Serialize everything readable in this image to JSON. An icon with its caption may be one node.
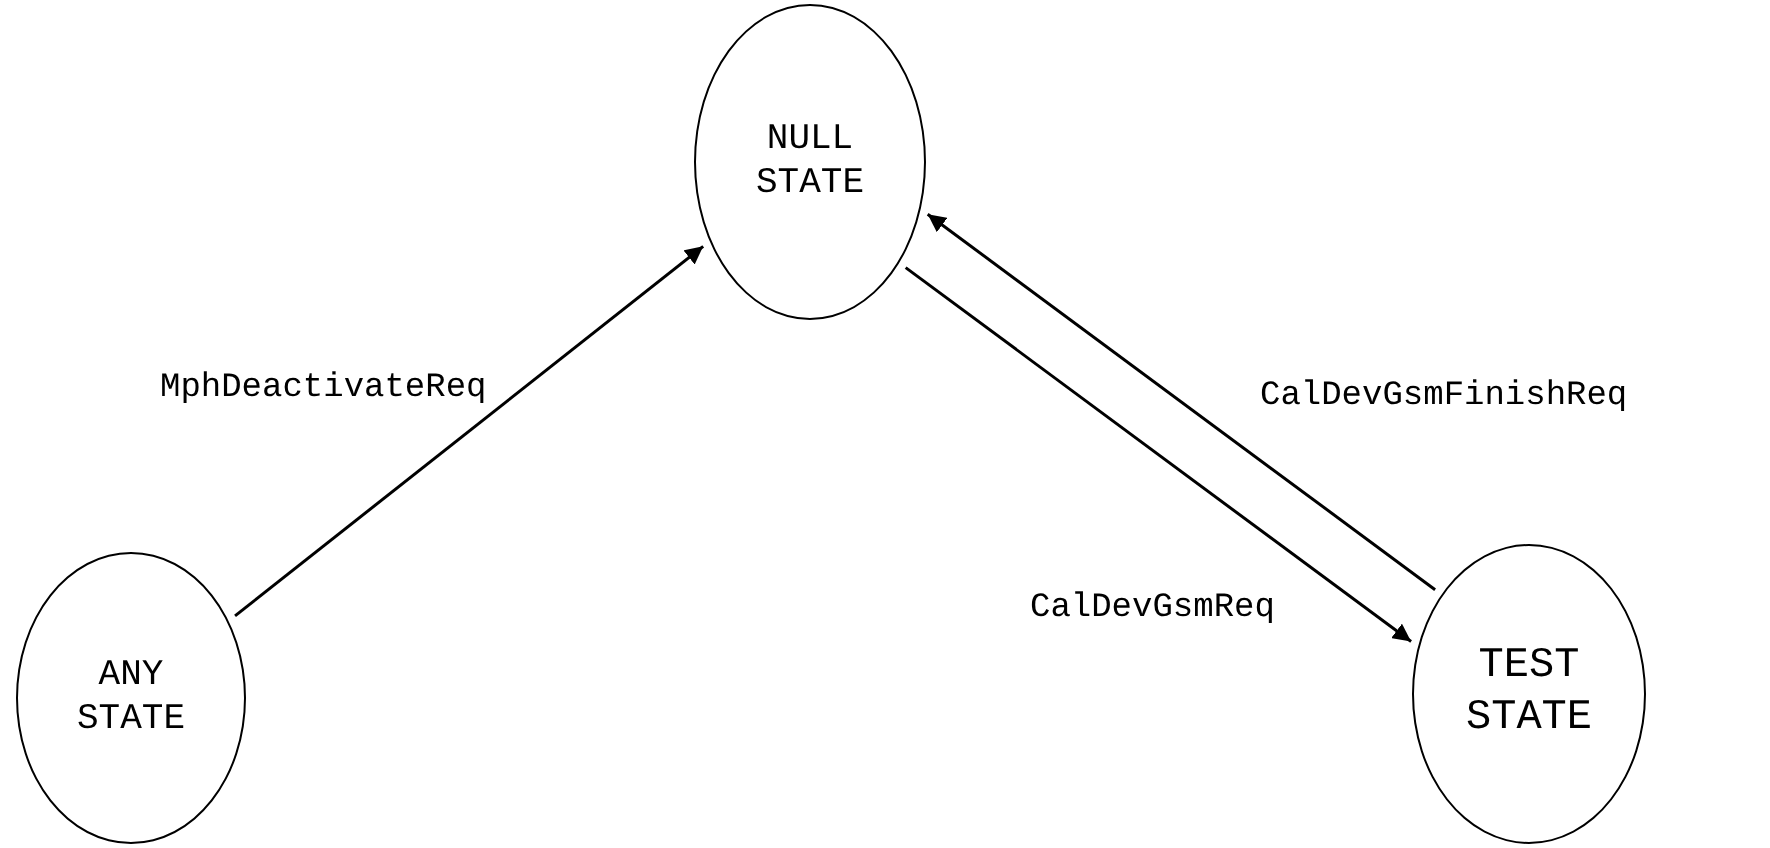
{
  "diagram": {
    "nodes": [
      {
        "text": [
          "NULL STATE"
        ]
      },
      {
        "text": [
          "ANY STATE"
        ]
      },
      {
        "text": [
          "TEST STATE"
        ]
      }
    ],
    "edges": [
      {
        "from": 1,
        "to": 0,
        "arrow": "to",
        "label": "MphDeactivateReq"
      },
      {
        "from": 0,
        "to": 2,
        "arrow": "to",
        "label": "CalDevGsmReq"
      },
      {
        "from": 2,
        "to": 0,
        "arrow": "to",
        "label": "CalDevGsmFinishReq"
      }
    ]
  }
}
